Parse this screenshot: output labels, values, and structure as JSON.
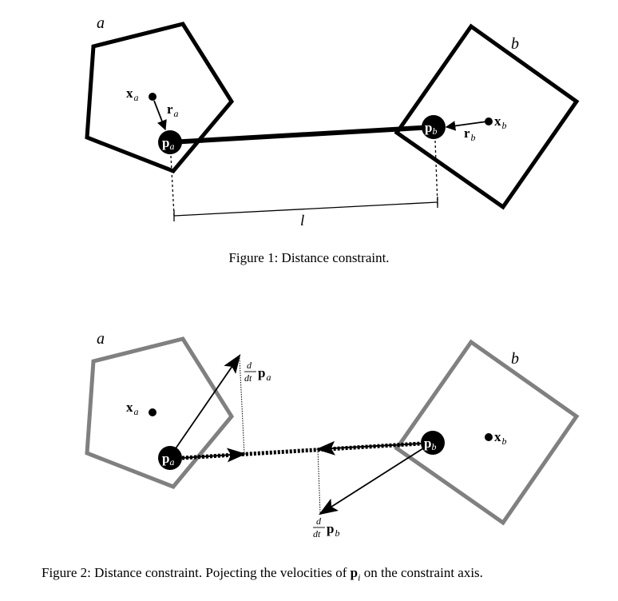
{
  "figure1": {
    "body_a": "a",
    "body_b": "b",
    "x_a": "x",
    "x_a_sub": "a",
    "r_a": "r",
    "r_a_sub": "a",
    "p_a": "p",
    "p_a_sub": "a",
    "p_b": "p",
    "p_b_sub": "b",
    "x_b": "x",
    "x_b_sub": "b",
    "r_b": "r",
    "r_b_sub": "b",
    "length": "l",
    "caption": "Figure 1: Distance constraint."
  },
  "figure2": {
    "body_a": "a",
    "body_b": "b",
    "x_a": "x",
    "x_a_sub": "a",
    "p_a": "p",
    "p_a_sub": "a",
    "p_b": "p",
    "p_b_sub": "b",
    "x_b": "x",
    "x_b_sub": "b",
    "frac_num": "d",
    "frac_den": "dt",
    "vel_a": "p",
    "vel_a_sub": "a",
    "vel_b": "p",
    "vel_b_sub": "b",
    "caption_before": "Figure 2: Distance constraint. Pojecting the velocities of ",
    "caption_p": "p",
    "caption_p_sub": "i",
    "caption_after": " on the constraint axis."
  },
  "colors": {
    "ink": "#000000",
    "body_gray": "#808080",
    "label_white": "#ffffff"
  }
}
